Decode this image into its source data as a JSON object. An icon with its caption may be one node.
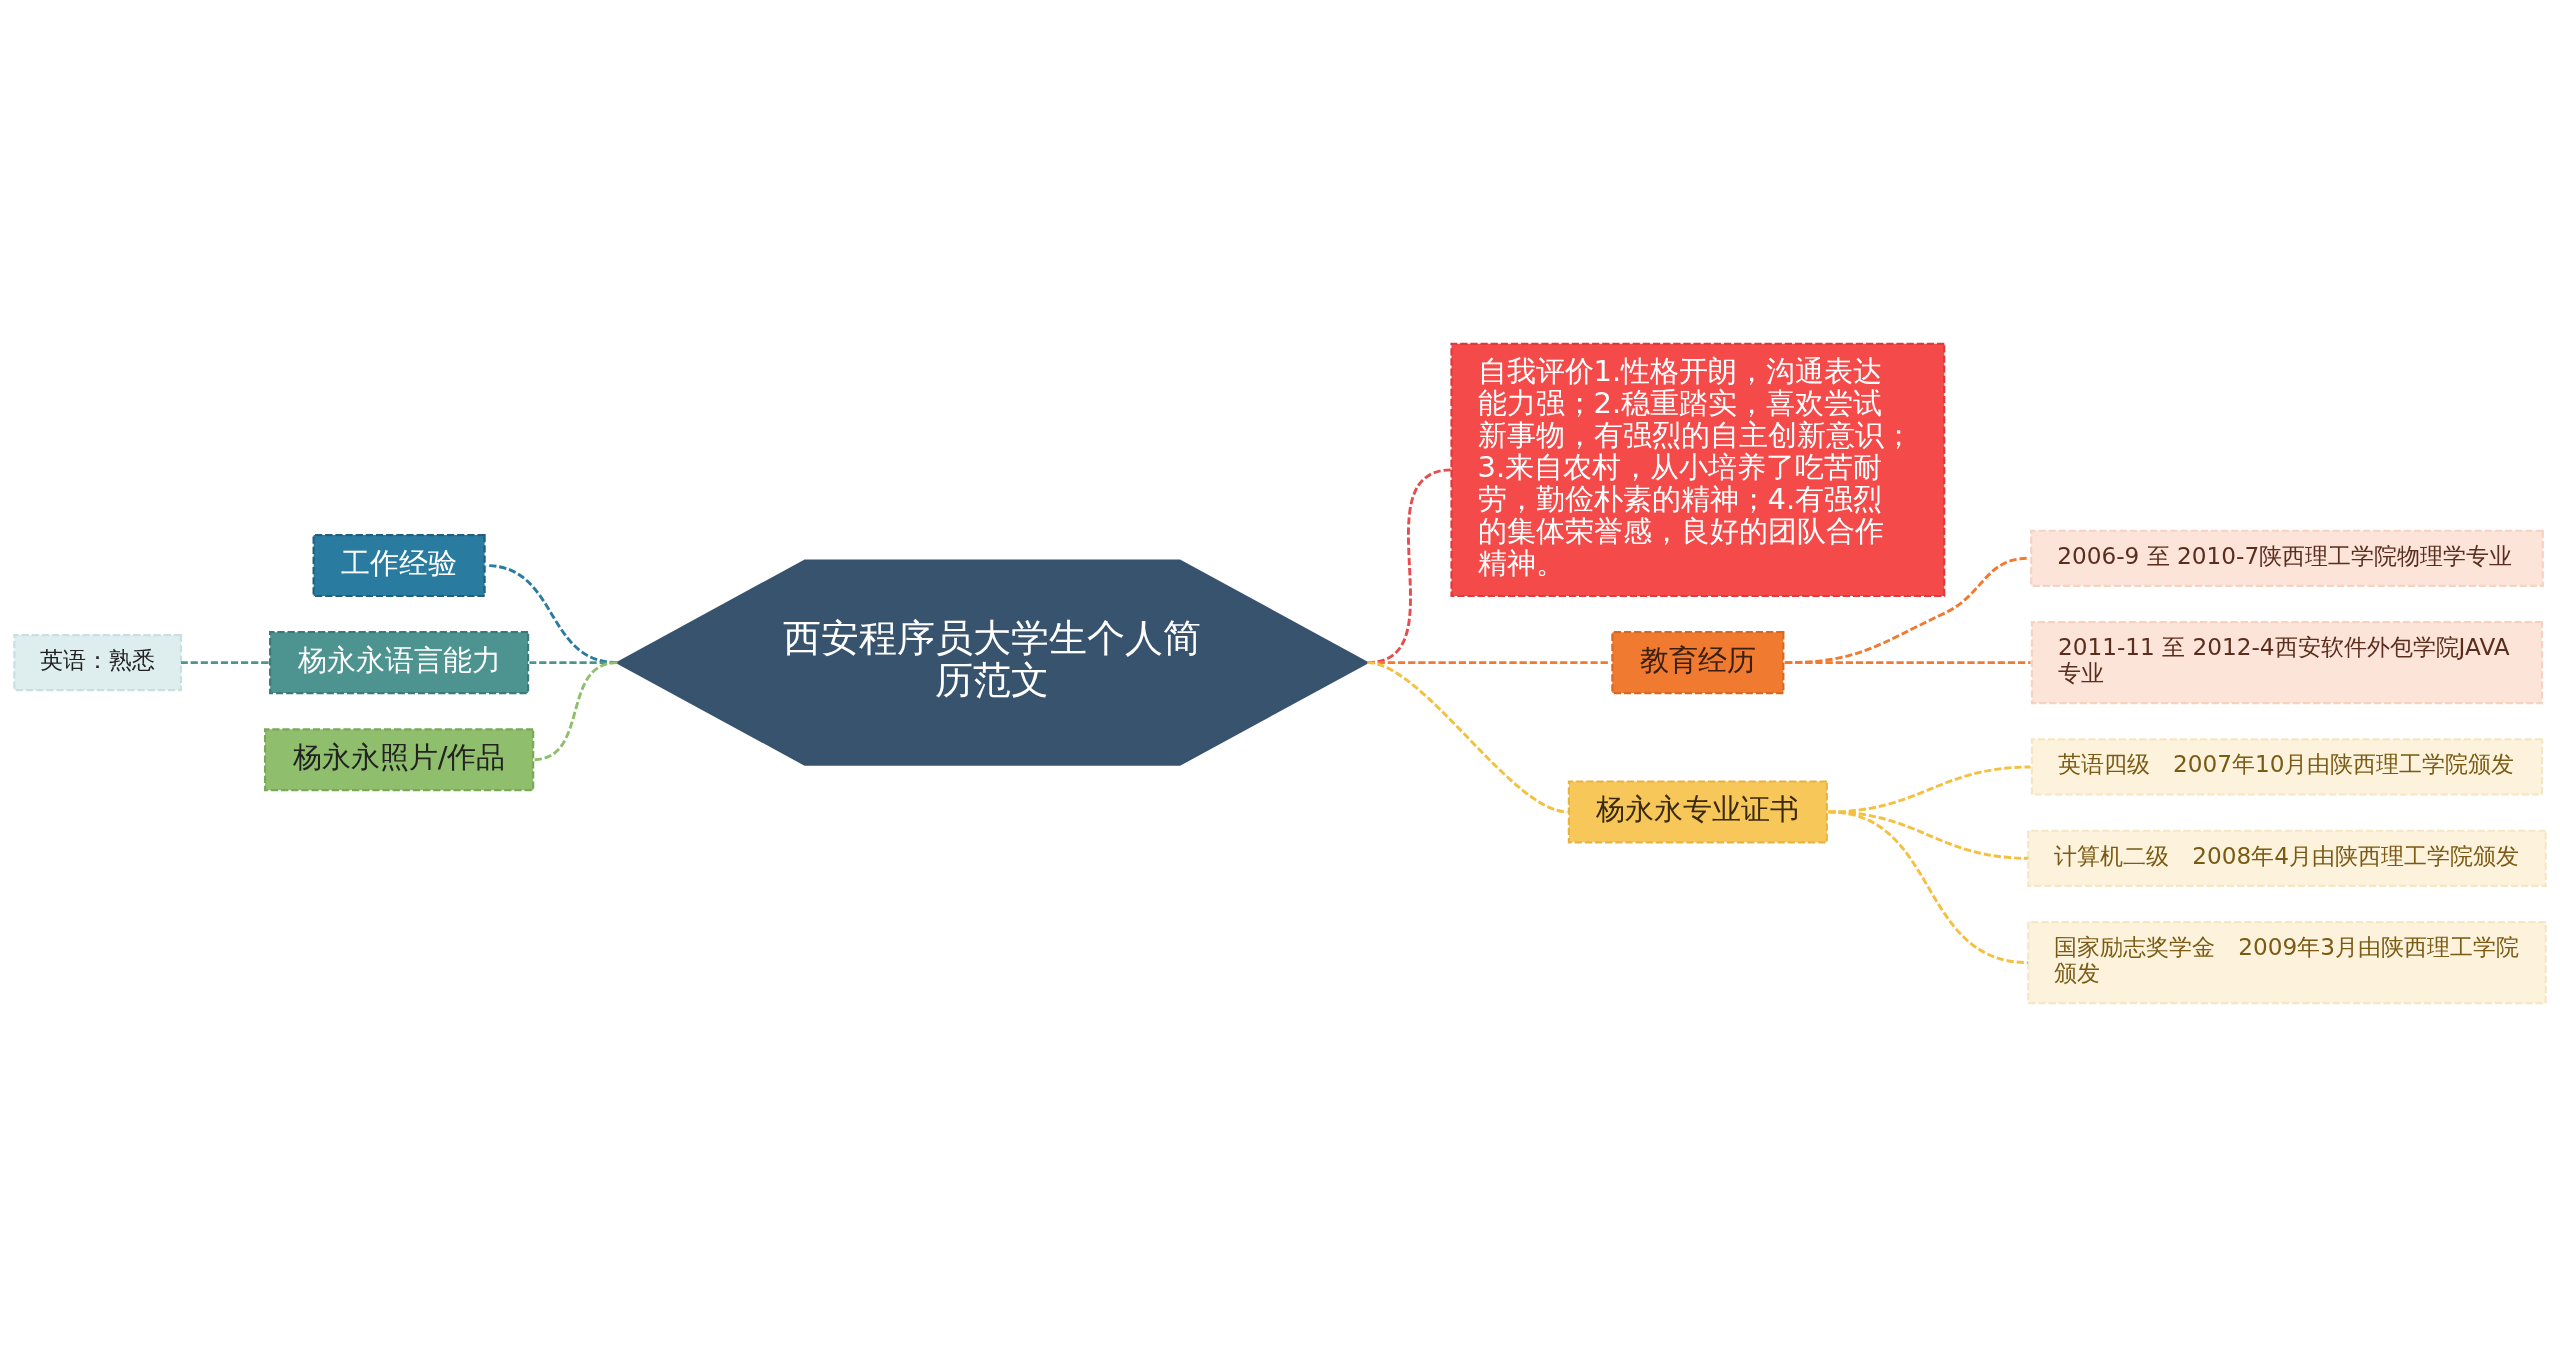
{
  "diagram": {
    "nodes": [
      {
        "text": [
          "西安程序员大学生个人简历范文"
        ]
      },
      {
        "text": [
          "工作经验"
        ]
      },
      {
        "text": [
          "杨永永语言能力"
        ]
      },
      {
        "text": [
          "英语：熟悉"
        ]
      },
      {
        "text": [
          "杨永永照片/作品"
        ]
      },
      {
        "text": [
          "自我评价1.性格开朗，沟通表达能力强；2.稳重踏实，喜欢尝试新事物，有强烈的自主创新意识；3.来自农村，从小培养了吃苦耐劳，勤俭朴素的精神；4.有强烈的集体荣誉感，良好的团队合作精神。"
        ]
      },
      {
        "text": [
          "教育经历"
        ]
      },
      {
        "text": [
          "2006-9 至 2010-7陕西理工学院物理学专业"
        ]
      },
      {
        "text": [
          "2011-11 至 2012-4西安软件外包学院JAVA专业"
        ]
      },
      {
        "text": [
          "杨永永专业证书"
        ]
      },
      {
        "text": [
          "英语四级　2007年10月由陕西理工学院颁发"
        ]
      },
      {
        "text": [
          "计算机二级　2008年4月由陕西理工学院颁发"
        ]
      },
      {
        "text": [
          "国家励志奖学金　2009年3月由陕西理工学院颁发"
        ]
      }
    ],
    "edges": [
      {
        "from": 0,
        "to": 1,
        "arrow": "none",
        "style": "dashed",
        "color": "#2a7ba0"
      },
      {
        "from": 0,
        "to": 2,
        "arrow": "none",
        "style": "dashed",
        "color": "#4d9490"
      },
      {
        "from": 2,
        "to": 3,
        "arrow": "none",
        "style": "dashed",
        "color": "#4d9490"
      },
      {
        "from": 0,
        "to": 4,
        "arrow": "none",
        "style": "dashed",
        "color": "#8fbf6c"
      },
      {
        "from": 0,
        "to": 5,
        "arrow": "none",
        "style": "dashed",
        "color": "#e84c4c"
      },
      {
        "from": 0,
        "to": 6,
        "arrow": "none",
        "style": "dashed",
        "color": "#f07a30"
      },
      {
        "from": 6,
        "to": 7,
        "arrow": "none",
        "style": "dashed",
        "color": "#f07a30"
      },
      {
        "from": 6,
        "to": 8,
        "arrow": "none",
        "style": "dashed",
        "color": "#f07a30"
      },
      {
        "from": 0,
        "to": 9,
        "arrow": "none",
        "style": "dashed",
        "color": "#f5c040"
      },
      {
        "from": 9,
        "to": 10,
        "arrow": "none",
        "style": "dashed",
        "color": "#f5c040"
      },
      {
        "from": 9,
        "to": 11,
        "arrow": "none",
        "style": "dashed",
        "color": "#f5c040"
      },
      {
        "from": 9,
        "to": 12,
        "arrow": "none",
        "style": "dashed",
        "color": "#f5c040"
      }
    ]
  }
}
